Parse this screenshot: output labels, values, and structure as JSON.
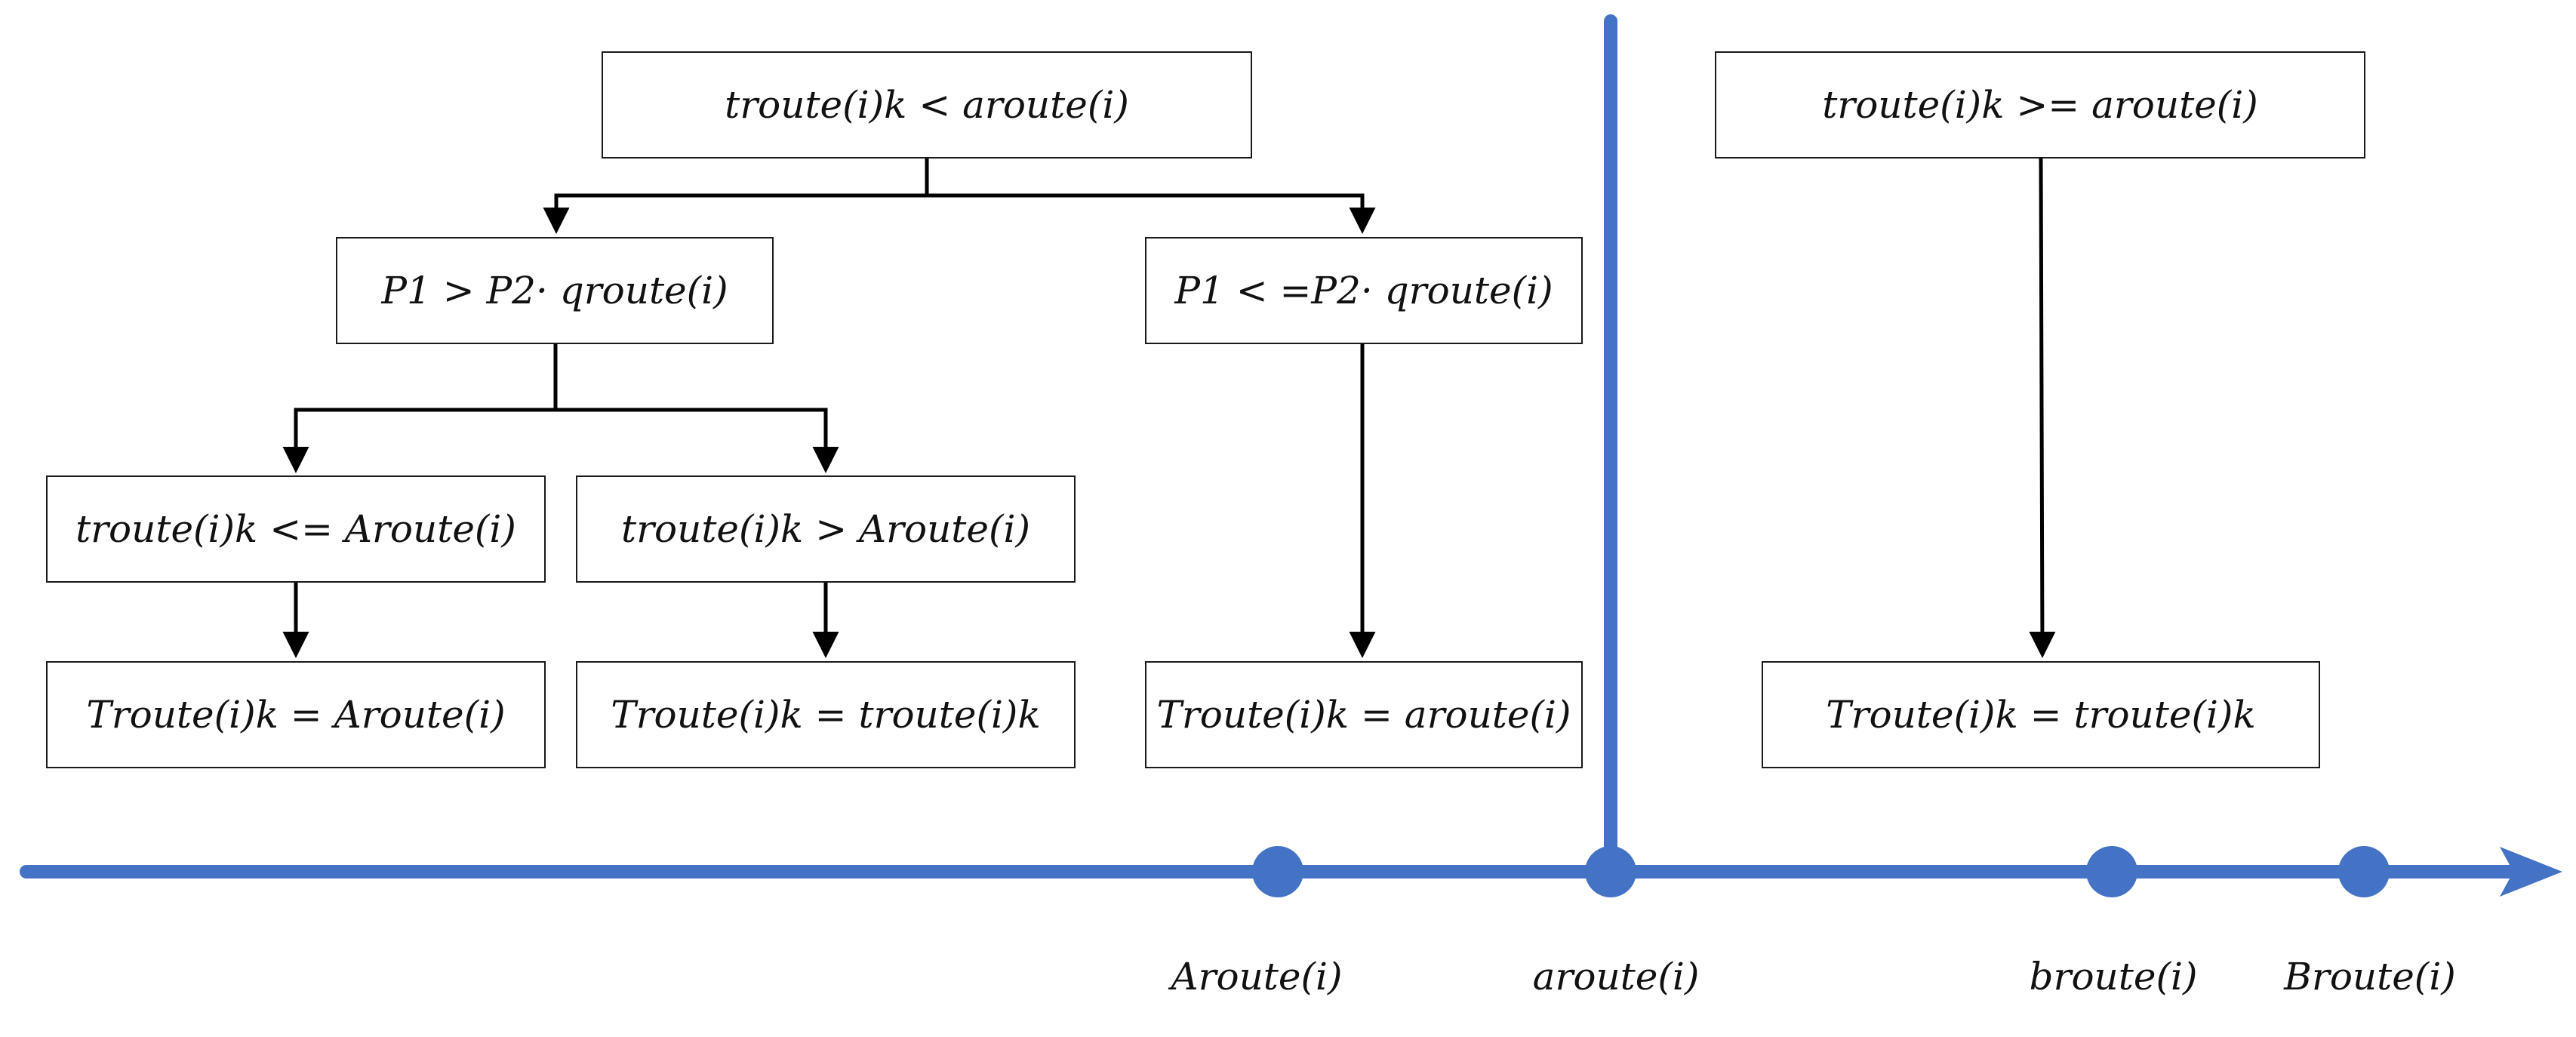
{
  "boxes": {
    "root_left": "troute(i)k < aroute(i)",
    "root_right": "troute(i)k >= aroute(i)",
    "p_greater": "P1 > P2· qroute(i)",
    "p_less_equal": "P1 < =P2· qroute(i)",
    "t_le_A": "troute(i)k <= Aroute(i)",
    "t_gt_A": "troute(i)k > Aroute(i)",
    "res_A": "Troute(i)k = Aroute(i)",
    "res_t_left": "Troute(i)k = troute(i)k",
    "res_a": "Troute(i)k = aroute(i)",
    "res_t_right": "Troute(i)k = troute(i)k"
  },
  "axis_labels": {
    "A": "Aroute(i)",
    "a": "aroute(i)",
    "b": "broute(i)",
    "B": "Broute(i)"
  },
  "colors": {
    "axis": "#4472C4",
    "connector": "#000000",
    "box_border": "#1a1a1a"
  }
}
